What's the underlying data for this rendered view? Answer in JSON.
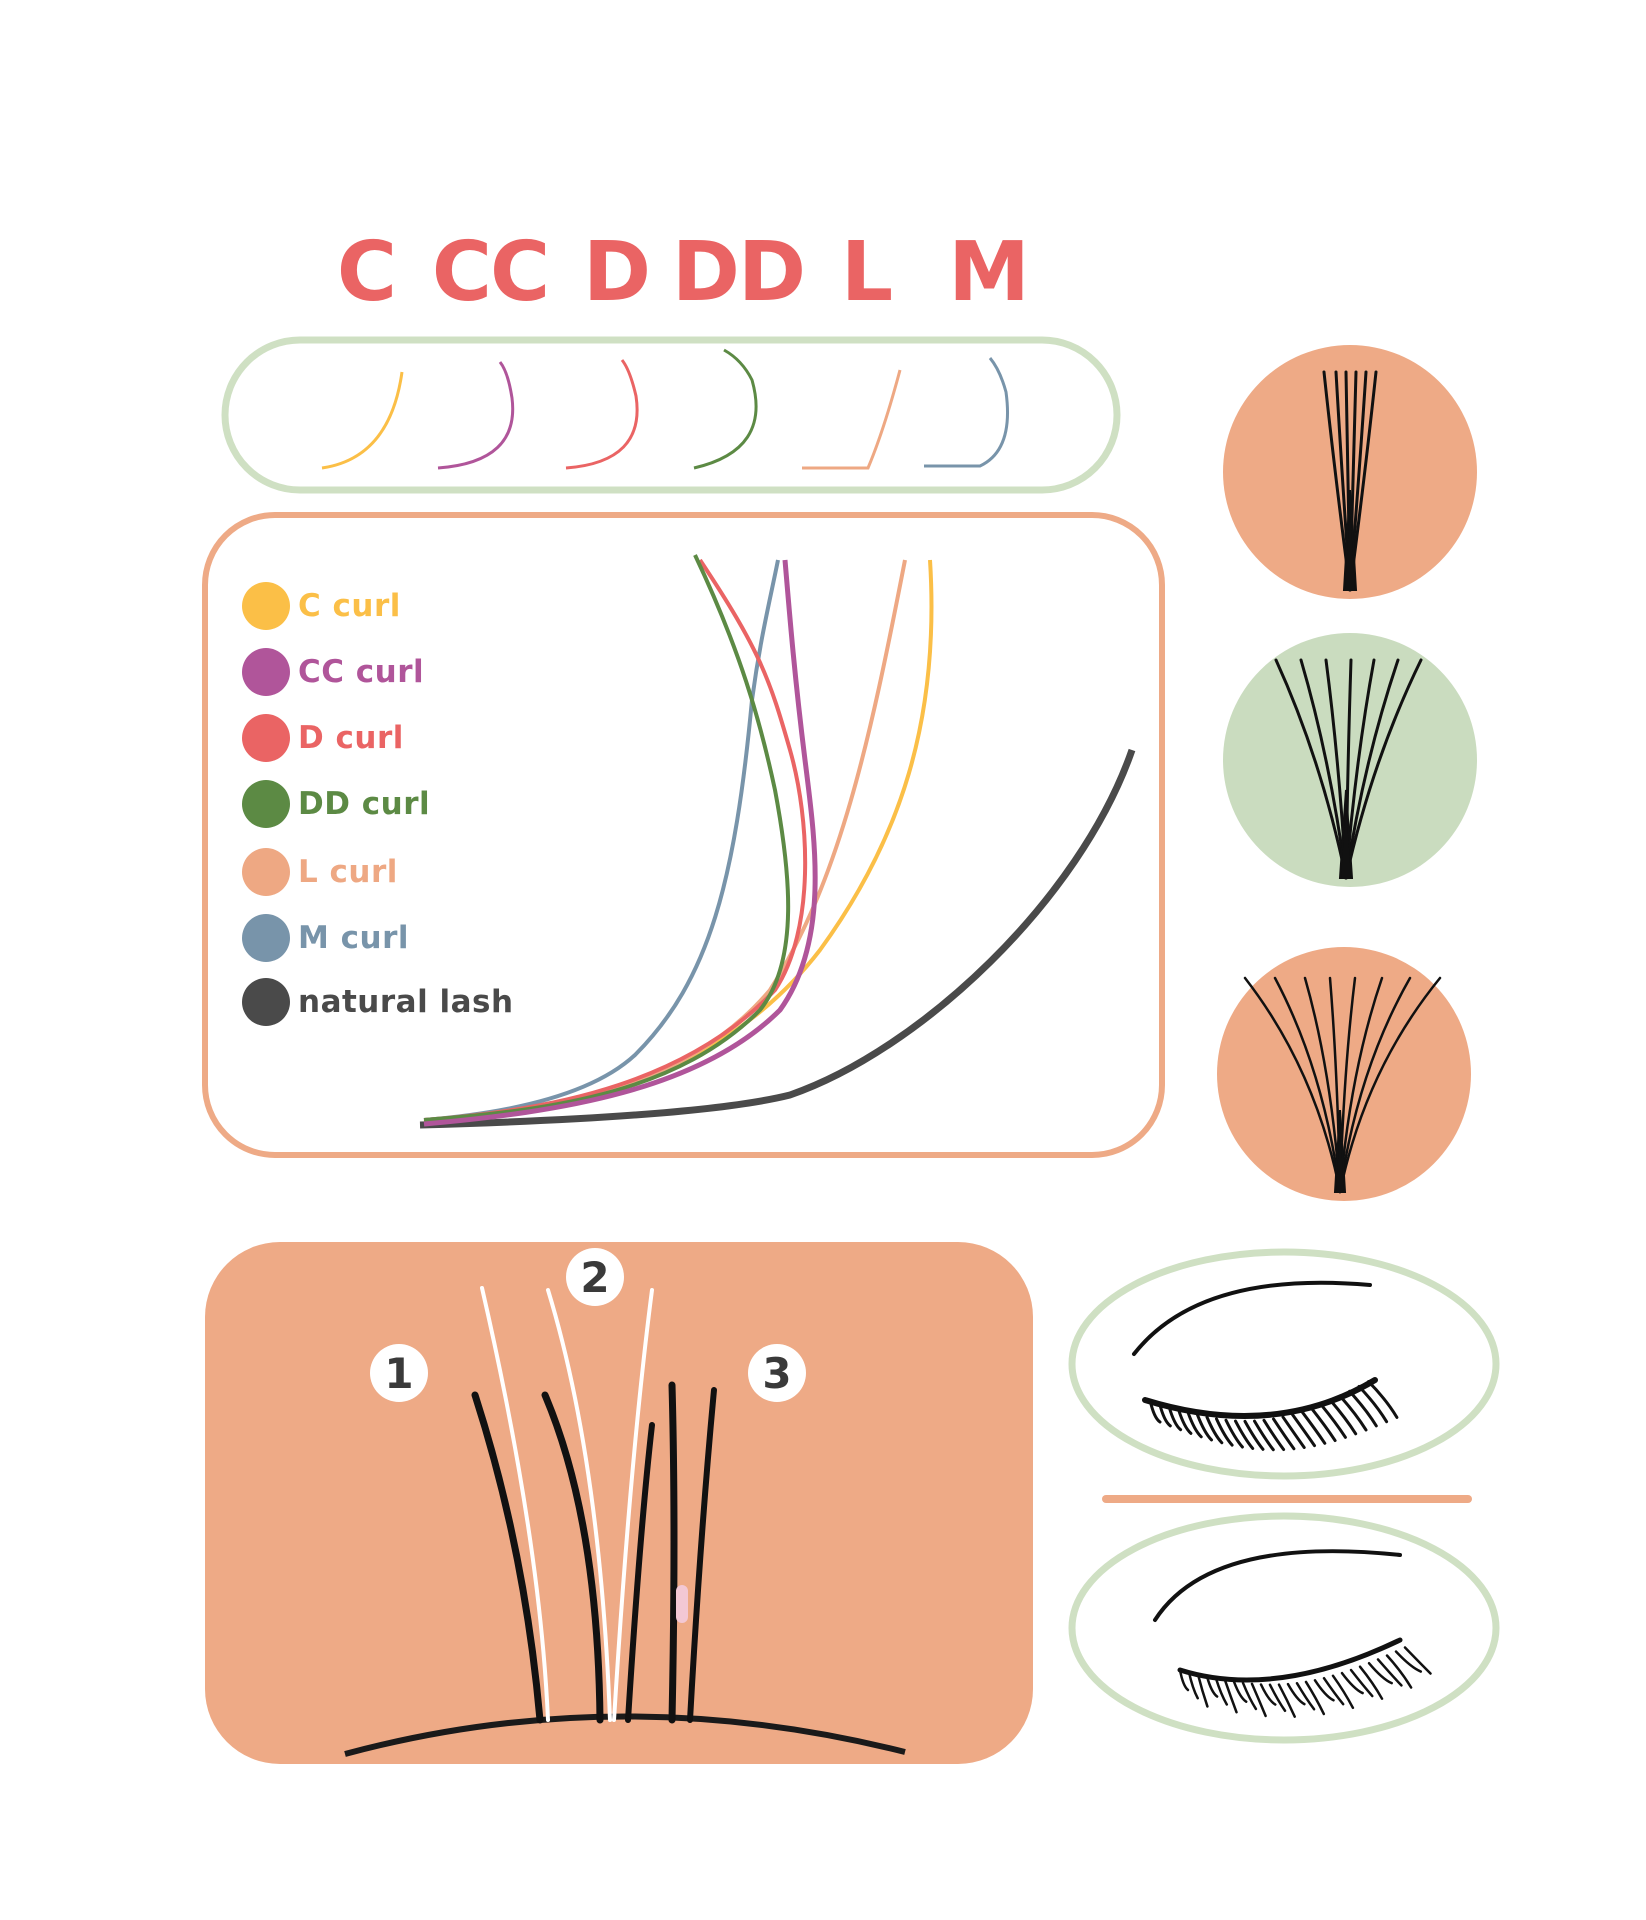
{
  "curl_letters": [
    {
      "label": "C"
    },
    {
      "label": "CC"
    },
    {
      "label": "D"
    },
    {
      "label": "DD"
    },
    {
      "label": "L"
    },
    {
      "label": "M"
    }
  ],
  "legend": [
    {
      "label": "C  curl",
      "color": "#fbbf47"
    },
    {
      "label": "CC curl",
      "color": "#b0559a"
    },
    {
      "label": "D  curl",
      "color": "#ea6464"
    },
    {
      "label": "DD curl",
      "color": "#5c8a44"
    },
    {
      "label": "L  curl",
      "color": "#eea883"
    },
    {
      "label": "M curl",
      "color": "#7894aa"
    },
    {
      "label": "natural lash",
      "color": "#4a4a4a"
    }
  ],
  "numbers": [
    {
      "label": "1"
    },
    {
      "label": "2"
    },
    {
      "label": "3"
    }
  ],
  "colors": {
    "peach": "#eeaa86",
    "sage": "#cadcbf",
    "sage_border": "#cfe0c3",
    "letter_red": "#ea6464"
  }
}
